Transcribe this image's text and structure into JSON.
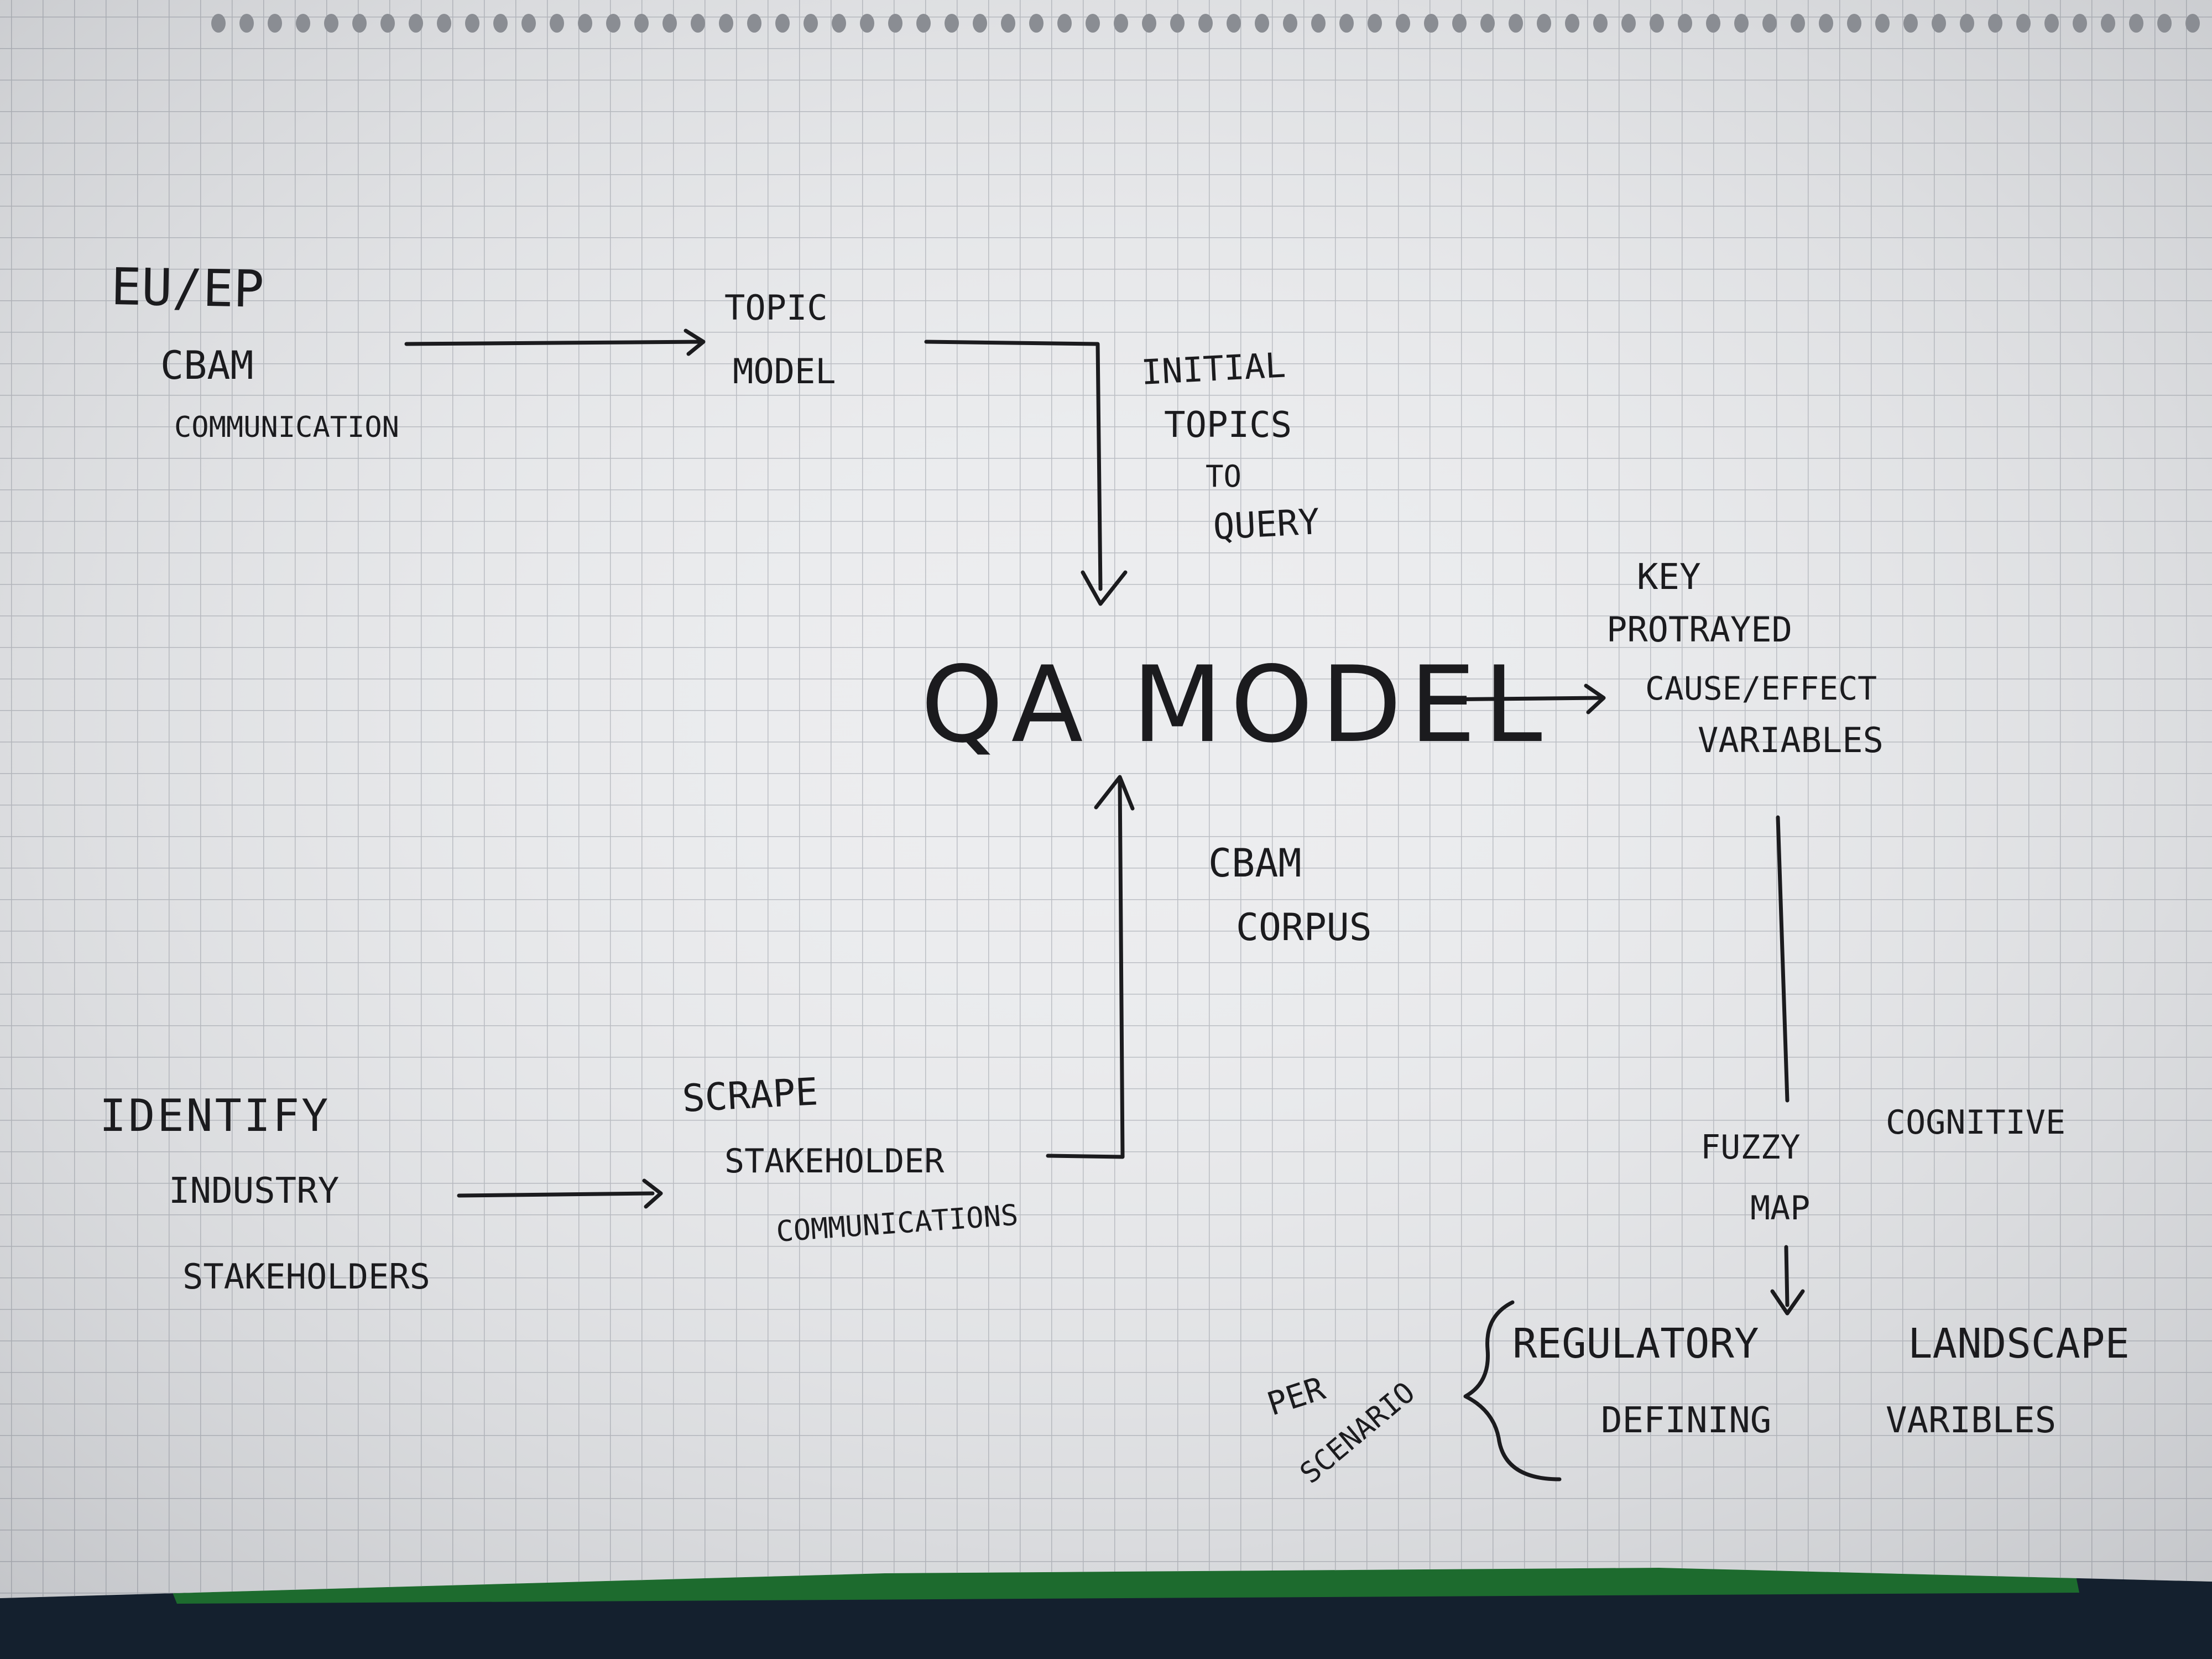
{
  "diagram": {
    "nodes": {
      "source_title": "EU/EP",
      "source_lines": [
        "CBAM",
        "COMMUNICATION"
      ],
      "topic_model": [
        "TOPIC",
        "MODEL"
      ],
      "qa_model": "QA MODEL",
      "identify": [
        "IDENTIFY",
        "INDUSTRY",
        "STAKEHOLDERS"
      ],
      "scrape": [
        "SCRAPE",
        "STAKEHOLDER",
        "COMMUNICATIONS"
      ],
      "key_variables": [
        "KEY",
        "PROTRAYED",
        "CAUSE/EFFECT",
        "VARIABLES"
      ],
      "fcm": [
        "FUZZY",
        "COGNITIVE",
        "MAP"
      ],
      "regulatory": [
        "REGULATORY",
        "LANDSCAPE",
        "DEFINING",
        "VARIBLES"
      ]
    },
    "edge_labels": {
      "initial_topics": [
        "INITIAL",
        "TOPICS",
        "TO",
        "QUERY"
      ],
      "corpus": [
        "CBAM",
        "CORPUS"
      ],
      "per_scenario": [
        "PER",
        "SCENARIO"
      ]
    }
  }
}
